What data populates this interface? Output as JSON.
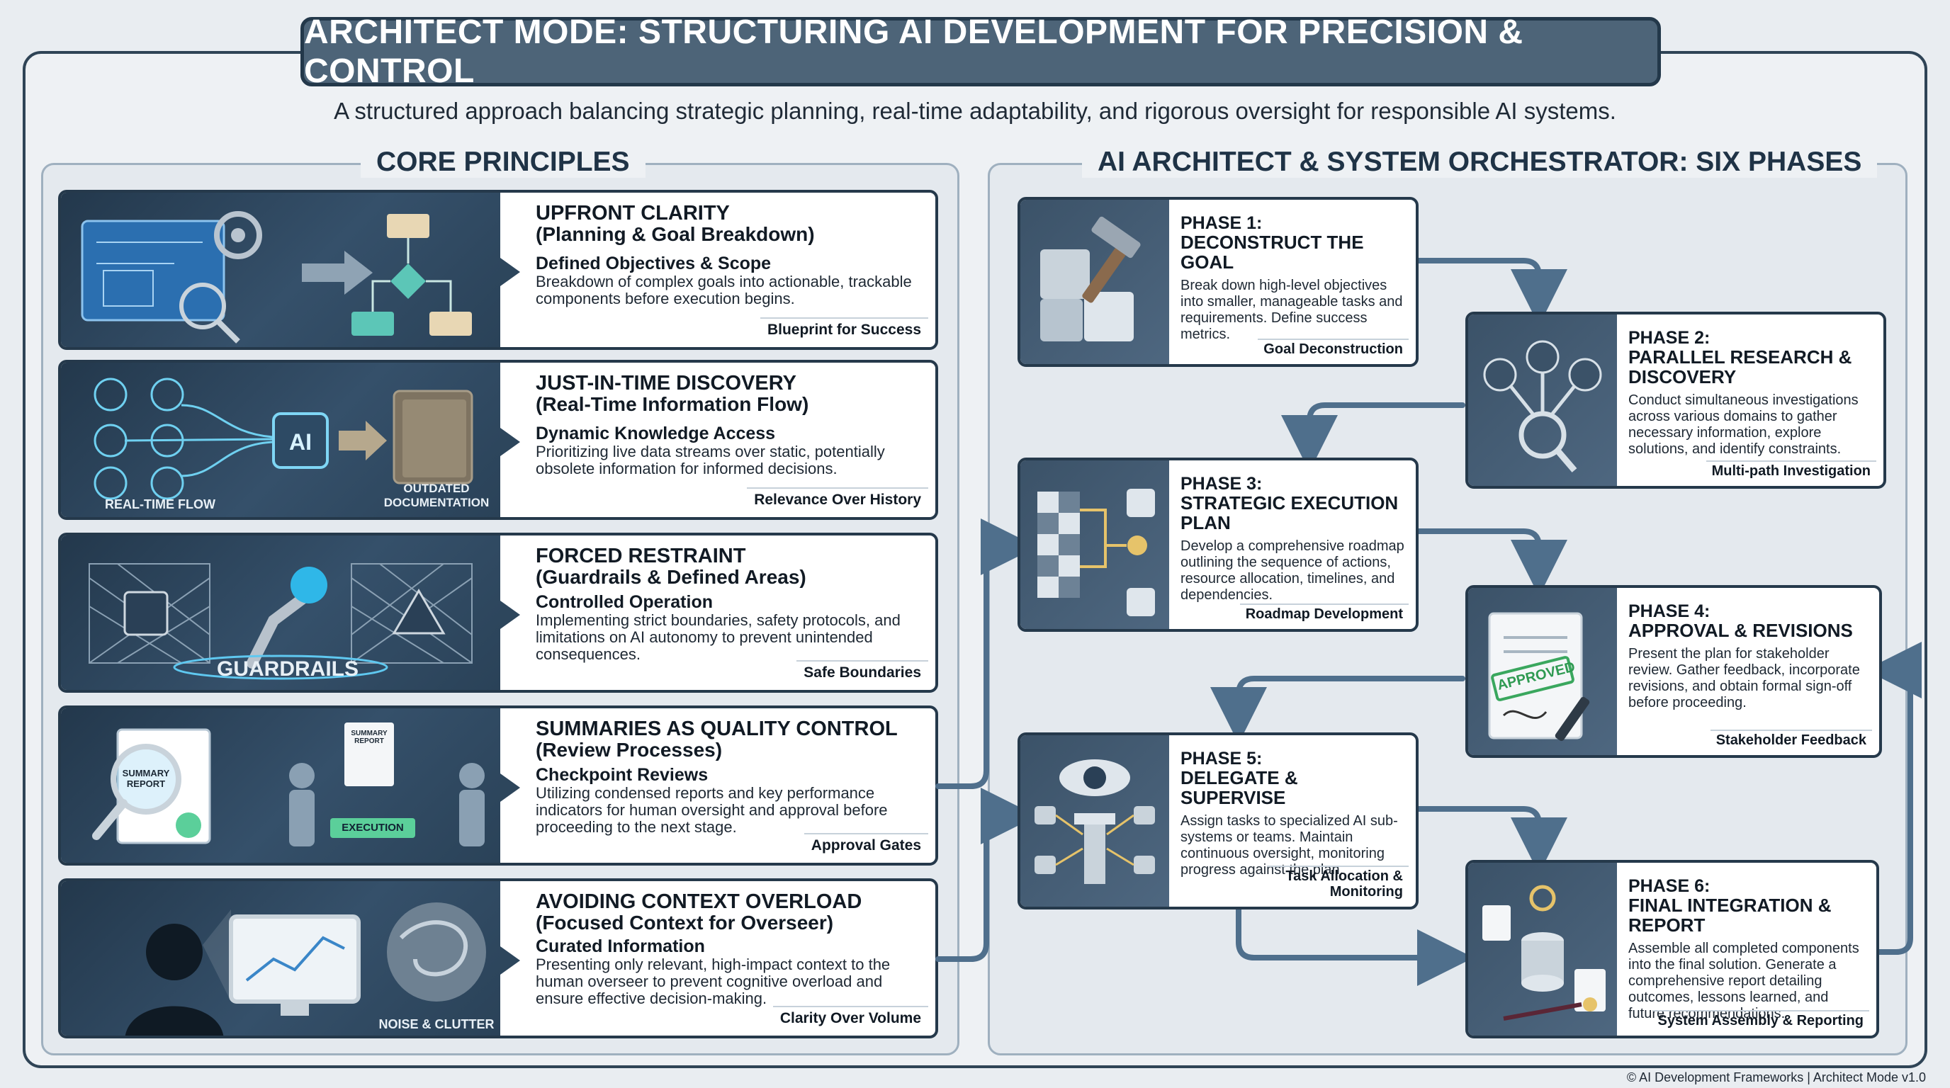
{
  "header": {
    "title": "ARCHITECT MODE: STRUCTURING AI DEVELOPMENT FOR PRECISION & CONTROL",
    "subtitle": "A structured approach balancing strategic planning, real-time adaptability, and rigorous oversight for responsible AI systems."
  },
  "left_panel": {
    "title": "CORE PRINCIPLES",
    "cards": [
      {
        "title": "UPFRONT CLARITY",
        "subtitle": "(Planning & Goal Breakdown)",
        "heading": "Defined Objectives & Scope",
        "body": "Breakdown of complex goals into actionable, trackable components before execution begins.",
        "tag": "Blueprint for Success",
        "art_labels": []
      },
      {
        "title": "JUST-IN-TIME DISCOVERY",
        "subtitle": "(Real-Time Information Flow)",
        "heading": "Dynamic Knowledge Access",
        "body": "Prioritizing live data streams over static, potentially obsolete information for informed decisions.",
        "tag": "Relevance Over History",
        "art_labels": [
          "REAL-TIME FLOW",
          "OUTDATED DOCUMENTATION",
          "AI"
        ]
      },
      {
        "title": "FORCED RESTRAINT",
        "subtitle": "(Guardrails & Defined Areas)",
        "heading": "Controlled Operation",
        "body": "Implementing strict boundaries, safety protocols, and limitations on AI autonomy to prevent unintended consequences.",
        "tag": "Safe Boundaries",
        "art_labels": [
          "GUARDRAILS"
        ]
      },
      {
        "title": "SUMMARIES AS QUALITY CONTROL",
        "subtitle": "(Review Processes)",
        "heading": "Checkpoint Reviews",
        "body": "Utilizing condensed reports and key performance indicators for human oversight and approval before proceeding to the next stage.",
        "tag": "Approval Gates",
        "art_labels": [
          "SUMMARY REPORT",
          "EXECUTION",
          "SUMMARY REPORT"
        ]
      },
      {
        "title": "AVOIDING CONTEXT OVERLOAD",
        "subtitle": "(Focused Context for Overseer)",
        "heading": "Curated Information",
        "body": "Presenting only relevant, high-impact context to the human overseer to prevent cognitive overload and ensure effective decision-making.",
        "tag": "Clarity Over Volume",
        "art_labels": [
          "NOISE & CLUTTER"
        ]
      }
    ]
  },
  "right_panel": {
    "title": "AI ARCHITECT & SYSTEM ORCHESTRATOR: SIX PHASES",
    "phases": [
      {
        "label": "PHASE 1:",
        "title": "DECONSTRUCT THE GOAL",
        "body": "Break down high-level objectives into smaller, manageable tasks and requirements. Define success metrics.",
        "tag": "Goal Deconstruction"
      },
      {
        "label": "PHASE 2:",
        "title": "PARALLEL RESEARCH & DISCOVERY",
        "body": "Conduct simultaneous investigations across various domains to gather necessary information, explore solutions, and identify constraints.",
        "tag": "Multi-path Investigation"
      },
      {
        "label": "PHASE 3:",
        "title": "STRATEGIC EXECUTION PLAN",
        "body": "Develop a comprehensive roadmap outlining the sequence of actions, resource allocation, timelines, and dependencies.",
        "tag": "Roadmap Development"
      },
      {
        "label": "PHASE 4:",
        "title": "APPROVAL & REVISIONS",
        "body": "Present the plan for stakeholder review. Gather feedback, incorporate revisions, and obtain formal sign-off before proceeding.",
        "tag": "Stakeholder Feedback",
        "art_labels": [
          "APPROVED"
        ]
      },
      {
        "label": "PHASE 5:",
        "title": "DELEGATE & SUPERVISE",
        "body": "Assign tasks to specialized AI sub-systems or teams. Maintain continuous oversight, monitoring progress against the plan.",
        "tag": "Task Allocation & Monitoring"
      },
      {
        "label": "PHASE 6:",
        "title": "FINAL INTEGRATION & REPORT",
        "body": "Assemble all completed components into the final solution. Generate a comprehensive report detailing outcomes, lessons learned, and future recommendations.",
        "tag": "System Assembly & Reporting"
      }
    ]
  },
  "footer": "© AI Development Frameworks | Architect Mode v1.0",
  "colors": {
    "frame": "#2f4456",
    "banner": "#4d6478",
    "card_border": "#25394b",
    "connector": "#4f6f8c",
    "art_dark": "#23384c",
    "accent_blue": "#6fb6e8"
  }
}
